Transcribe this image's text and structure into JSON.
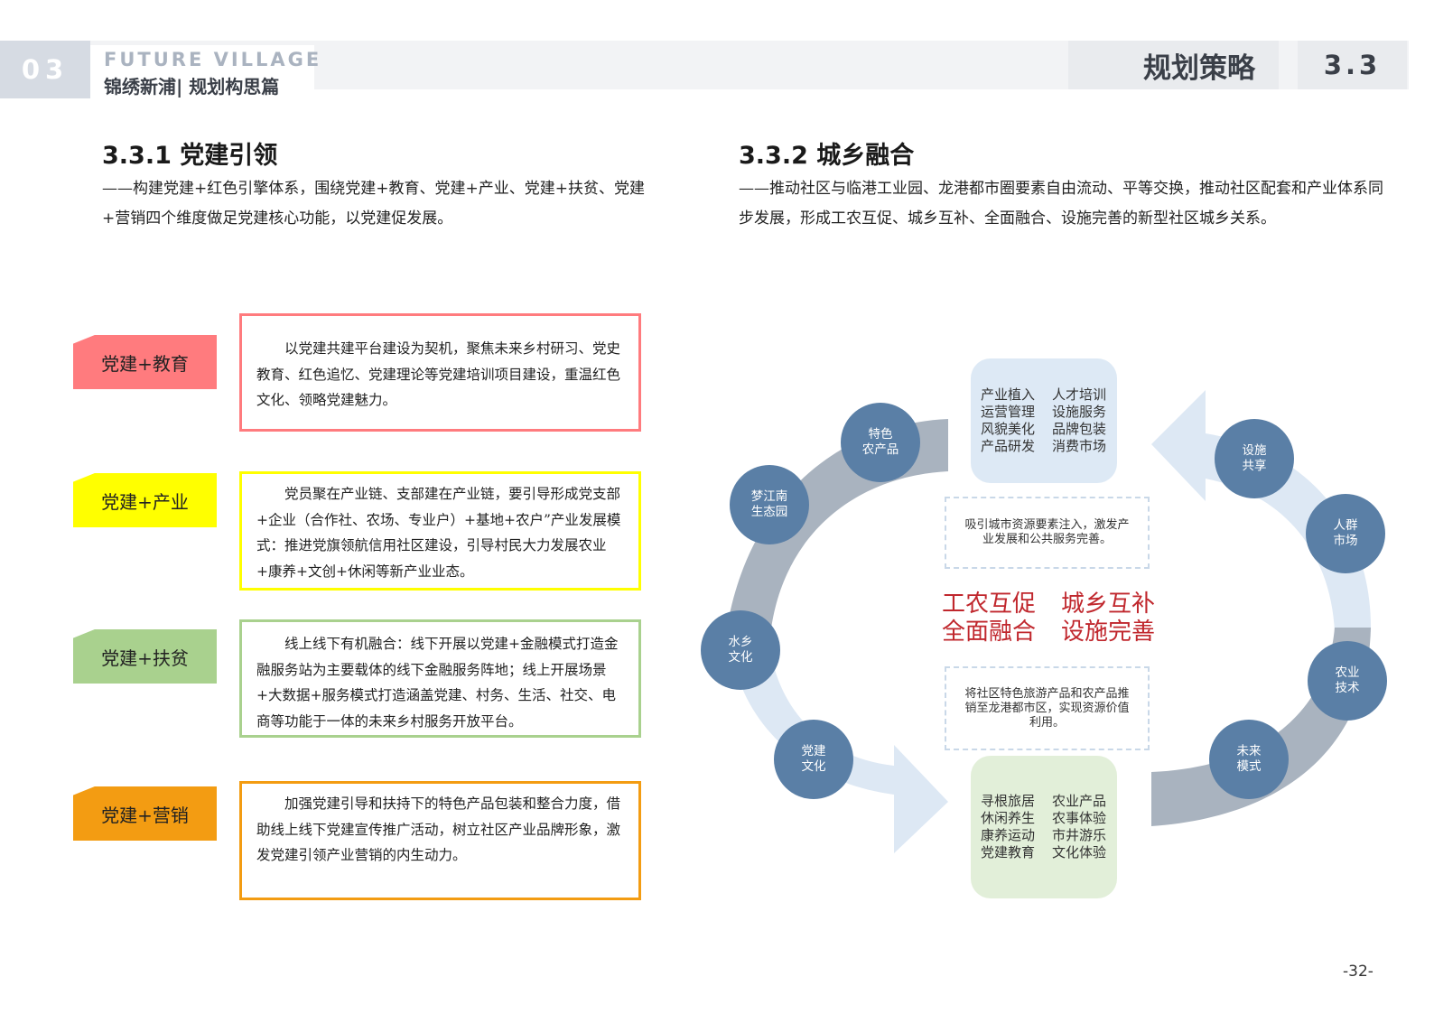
{
  "header": {
    "chapter_num": "03",
    "title_en": "FUTURE VILLAGE",
    "title_cn": "锦绣新浦| 规划构思篇",
    "strategy": "规划策略",
    "section_num": "3.3"
  },
  "left": {
    "title": "3.3.1 党建引领",
    "desc": "——构建党建+红色引擎体系，围绕党建+教育、党建+产业、党建+扶贫、党建+营销四个维度做足党建核心功能，以党建促发展。",
    "items": [
      {
        "tag": "党建+教育",
        "text": "以党建共建平台建设为契机，聚焦未来乡村研习、党史教育、红色追忆、党建理论等党建培训项目建设，重温红色文化、领略党建魅力。",
        "tag_color": "#ff7b7e",
        "border_color": "#ff7b7e"
      },
      {
        "tag": "党建+产业",
        "text": "党员聚在产业链、支部建在产业链，要引导形成党支部+企业（合作社、农场、专业户）+基地+农户”产业发展模式：推进党旗领航信用社区建设，引导村民大力发展农业+康养+文创+休闲等新产业业态。",
        "tag_color": "#ffff00",
        "border_color": "#ffff00"
      },
      {
        "tag": "党建+扶贫",
        "text": "线上线下有机融合：线下开展以党建+金融模式打造金融服务站为主要载体的线下金融服务阵地；线上开展场景+大数据+服务模式打造涵盖党建、村务、生活、社交、电商等功能于一体的未来乡村服务开放平台。",
        "tag_color": "#a9d18e",
        "border_color": "#a9d18e"
      },
      {
        "tag": "党建+营销",
        "text": "加强党建引导和扶持下的特色产品包装和整合力度，借助线上线下党建宣传推广活动，树立社区产业品牌形象，激发党建引领产业营销的内生动力。",
        "tag_color": "#f39c12",
        "border_color": "#f39c12"
      }
    ]
  },
  "right": {
    "title": "3.3.2 城乡融合",
    "desc": "——推动社区与临港工业园、龙港都市圈要素自由流动、平等交换，推动社区配套和产业体系同步发展，形成工农互促、城乡互补、全面融合、设施完善的新型社区城乡关系。",
    "diagram": {
      "top_box": [
        [
          "产业植入",
          "人才培训"
        ],
        [
          "运营管理",
          "设施服务"
        ],
        [
          "风貌美化",
          "品牌包装"
        ],
        [
          "产品研发",
          "消费市场"
        ]
      ],
      "bottom_box": [
        [
          "寻根旅居",
          "农业产品"
        ],
        [
          "休闲养生",
          "农事体验"
        ],
        [
          "康养运动",
          "市井游乐"
        ],
        [
          "党建教育",
          "文化体验"
        ]
      ],
      "upper_note": "吸引城市资源要素注入，激发产业发展和公共服务完善。",
      "lower_note": "将社区特色旅游产品和农产品推销至龙港都市区，实现资源价值利用。",
      "slogan": [
        [
          "工农互促",
          "城乡互补"
        ],
        [
          "全面融合",
          "设施完善"
        ]
      ],
      "left_circles": [
        "特色\n农产品",
        "梦江南\n生态园",
        "水乡\n文化",
        "党建\n文化"
      ],
      "right_circles": [
        "设施\n共享",
        "人群\n市场",
        "农业\n技术",
        "未来\n模式"
      ],
      "colors": {
        "circle": "#5a7fa6",
        "gray_arrow": "#a9b3bf",
        "light_arrow": "#dde8f4",
        "top_box": "#dde9f5",
        "bottom_box": "#e2efd9",
        "slogan": "#c0272d"
      }
    }
  },
  "page_number": "-32-"
}
